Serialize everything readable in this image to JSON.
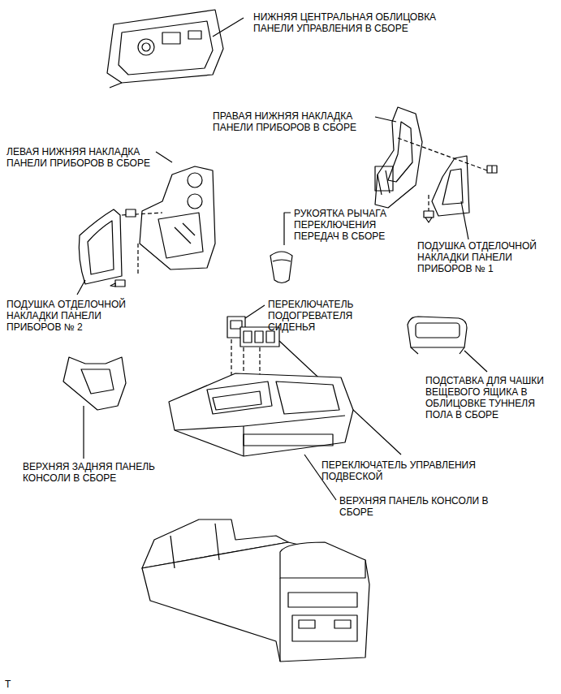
{
  "diagram": {
    "labels": [
      "НИЖНЯЯ ЦЕНТРАЛЬНАЯ ОБЛИЦОВКА ПАНЕЛИ УПРАВЛЕНИЯ В СБОРЕ",
      "ПРАВАЯ НИЖНЯЯ НАКЛАДКА ПАНЕЛИ ПРИБОРОВ В СБОРЕ",
      "ЛЕВАЯ НИЖНЯЯ НАКЛАДКА ПАНЕЛИ ПРИБОРОВ В СБОРЕ",
      "РУКОЯТКА РЫЧАГА ПЕРЕКЛЮЧЕНИЯ ПЕРЕДАЧ В СБОРЕ",
      "ПОДУШКА ОТДЕЛОЧНОЙ НАКЛАДКИ ПАНЕЛИ ПРИБОРОВ № 1",
      "ПОДУШКА ОТДЕЛОЧНОЙ НАКЛАДКИ ПАНЕЛИ ПРИБОРОВ № 2",
      "ПЕРЕКЛЮЧАТЕЛЬ ПОДОГРЕВАТЕЛЯ СИДЕНЬЯ",
      "ПОДСТАВКА ДЛЯ ЧАШКИ ВЕЩЕВОГО ЯЩИКА В ОБЛИЦОВКЕ ТУННЕЛЯ ПОЛА В СБОРЕ",
      "ВЕРХНЯЯ ЗАДНЯЯ ПАНЕЛЬ КОНСОЛИ В СБОРЕ",
      "ПЕРЕКЛЮЧАТЕЛЬ УПРАВЛЕНИЯ ПОДВЕСКОЙ",
      "ВЕРХНЯЯ ПАНЕЛЬ КОНСОЛИ В СБОРЕ",
      "T"
    ]
  }
}
